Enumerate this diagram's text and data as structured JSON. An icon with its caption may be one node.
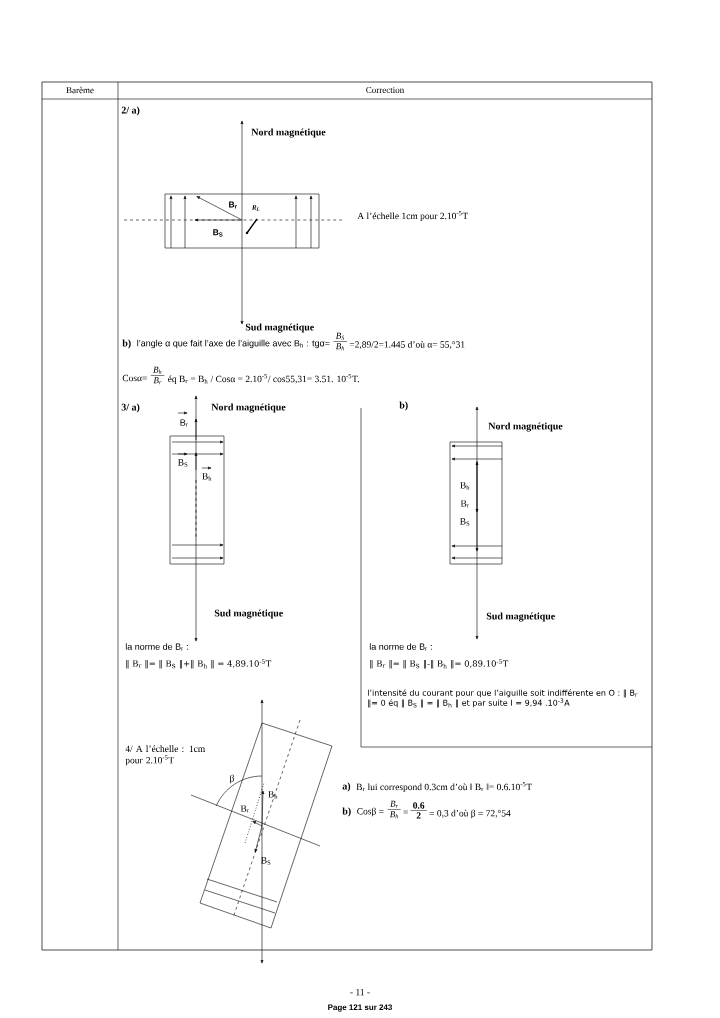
{
  "diagram": {
    "labels": [
      "Barème",
      "Correction",
      "2/ a)",
      "Nord magnétique",
      "B$_{r}$",
      "R$_{L}$",
      "B$_{S}$",
      "A l’échelle 1cm pour 2.10$^{-5}$T",
      "Sud magnétique",
      "b)",
      "l’angle α que fait l’axe de l’aiguille avec B$_{h}$ : tgα=",
      "B$_{S}$",
      "B$_{h}$",
      "=2,89/2=1.445 d’où α= 55,°31",
      "Cosα=",
      "B$_{h}$",
      "B$_{r}$",
      "éq   B$_{r}$ = B$_{h}$ / Cosα = 2.10$^{-5}$/ cos55,31= 3.51. 10$^{-5}$T.",
      "3/ a)",
      "B$_{r}$",
      "Nord magnétique",
      "B$_{S}$",
      "B$_{h}$",
      "Sud magnétique",
      "b)",
      "Nord magnétique",
      "B$_{h}$",
      "B$_{r}$",
      "B$_{S}$",
      "Sud magnétique",
      "la norme de B$_{r}$ :",
      "‖ B$_{r}$ ‖= ‖ B$_{S}$ ‖+‖ B$_{h}$ ‖ = 4,89.10$^{-5}$T",
      "la norme de B$_{r}$ :",
      "‖ B$_{r}$ ‖= ‖ B$_{S}$ ‖-‖ B$_{h}$ ‖= 0,89.10$^{-5}$T",
      "l’intensité du courant pour que l’aiguille soit indifférente en O : ‖ B$_{r}$ ‖= 0 éq ‖ B$_{S}$ ‖ = ‖ B$_{h}$ ‖ et par suite I = 9,94 .10$^{-3}$A",
      "4/ A l’échelle : 1cm pour 2.10$^{-5}$T",
      "β",
      "B$_{h}$",
      "B$_{r}$",
      "B$_{S}$",
      "a)",
      "B$_{r}$ lui correspond 0.3cm d’où ‖ B$_{r}$ ‖= 0.6.10$^{-5}$T",
      "b)",
      "Cosβ =",
      "B$_{r}$",
      "B$_{h}$",
      "=",
      "0.6",
      "2",
      "= 0,3 d’où β = 72,°54",
      "- 11 -",
      "Page 121 sur 243"
    ]
  }
}
